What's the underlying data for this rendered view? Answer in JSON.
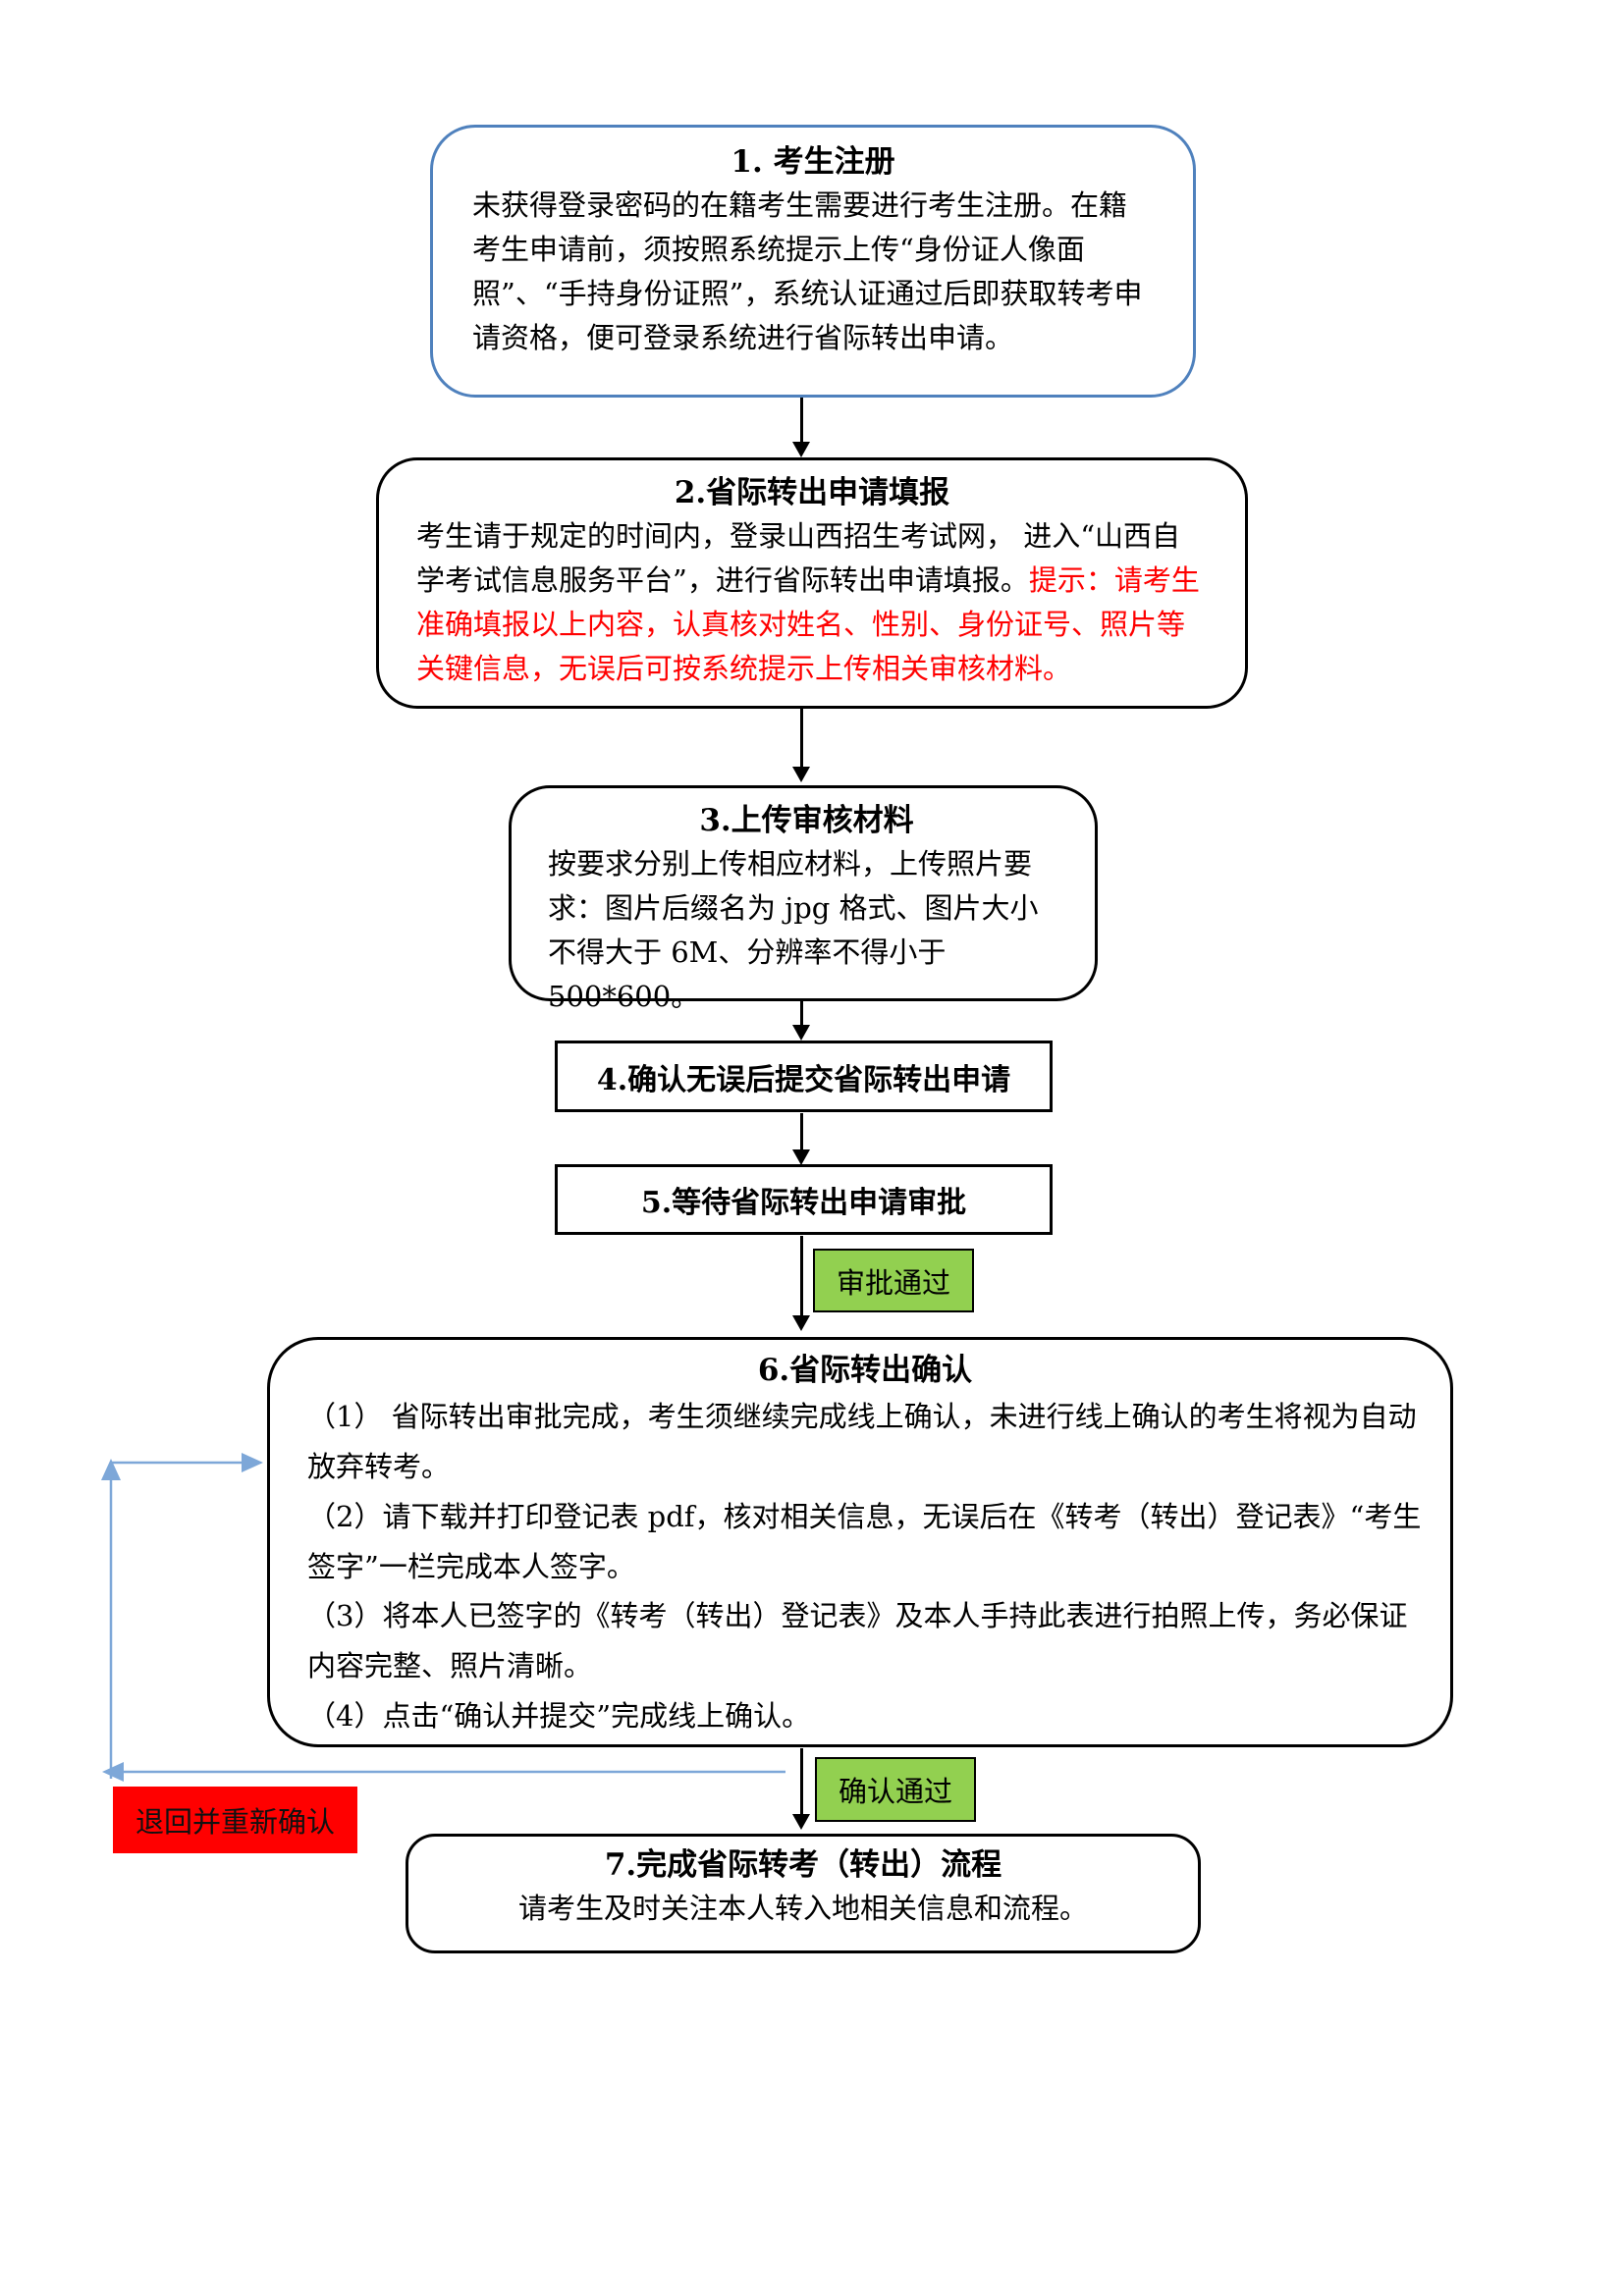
{
  "diagram": {
    "nodes": {
      "step1": {
        "title": "1. 考生注册",
        "body": "未获得登录密码的在籍考生需要进行考生注册。在籍考生申请前，须按照系统提示上传“身份证人像面照”、“手持身份证照”，系统认证通过后即获取转考申请资格，便可登录系统进行省际转出申请。"
      },
      "step2": {
        "title": "2.省际转出申请填报",
        "body_black": "考生请于规定的时间内，登录山西招生考试网， 进入“山西自学考试信息服务平台”，进行省际转出申请填报。",
        "body_red": "提示：请考生准确填报以上内容，认真核对姓名、性别、身份证号、照片等关键信息，无误后可按系统提示上传相关审核材料。"
      },
      "step3": {
        "title": "3.上传审核材料",
        "body": "按要求分别上传相应材料，上传照片要求：图片后缀名为 jpg 格式、图片大小不得大于 6M、分辨率不得小于 500*600。"
      },
      "step4": {
        "title": "4.确认无误后提交省际转出申请"
      },
      "step5": {
        "title": "5.等待省际转出申请审批"
      },
      "step6": {
        "title": "6.省际转出确认",
        "items": [
          "（1） 省际转出审批完成，考生须继续完成线上确认，未进行线上确认的考生将视为自动放弃转考。",
          "（2）请下载并打印登记表 pdf，核对相关信息，无误后在《转考（转出）登记表》“考生签字”一栏完成本人签字。",
          "（3）将本人已签字的《转考（转出）登记表》及本人手持此表进行拍照上传，务必保证内容完整、照片清晰。",
          "（4）点击“确认并提交”完成线上确认。"
        ]
      },
      "step7": {
        "title": "7.完成省际转考（转出）流程",
        "body": "请考生及时关注本人转入地相关信息和流程。"
      }
    },
    "labels": {
      "approve": "审批通过",
      "confirm": "确认通过",
      "return": "退回并重新确认"
    },
    "colors": {
      "step1_border": "#4f81bd",
      "box_border": "#000000",
      "red_text": "#ff0000",
      "green_bg": "#92d050",
      "red_bg": "#ff0000",
      "blue_connector": "#7da7d8"
    }
  }
}
